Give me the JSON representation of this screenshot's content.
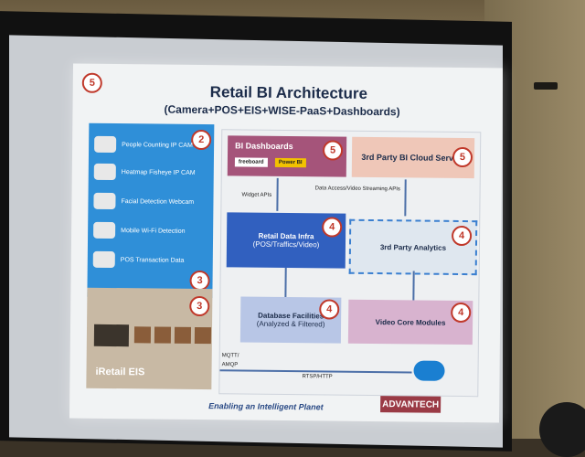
{
  "slide": {
    "title": "Retail BI Architecture",
    "subtitle": "(Camera+POS+EIS+WISE-PaaS+Dashboards)",
    "corner_number": "5",
    "left_panel": {
      "badge": "2",
      "devices": [
        {
          "label": "People Counting IP CAM",
          "icon": "dome-camera-icon"
        },
        {
          "label": "Heatmap Fisheye IP CAM",
          "icon": "fisheye-camera-icon"
        },
        {
          "label": "Facial Detection Webcam",
          "icon": "webcam-icon"
        },
        {
          "label": "Mobile Wi-Fi Detection",
          "icon": "router-icon"
        },
        {
          "label": "POS Transaction Data",
          "icon": "pos-terminal-icon"
        }
      ],
      "badge_bottom": "3"
    },
    "eis": {
      "label": "iRetail EIS",
      "badge": "3"
    },
    "boxes": {
      "bi_dashboards": {
        "label": "BI Dashboards",
        "badge": "5",
        "chips": [
          "freeboard",
          "Power BI"
        ]
      },
      "third_party_cloud": {
        "label": "3rd Party BI Cloud Service",
        "badge": "5"
      },
      "retail_data_infra": {
        "title": "Retail Data Infra",
        "sub": "(POS/Traffics/Video)",
        "badge": "4"
      },
      "third_party_analytics": {
        "label": "3rd Party Analytics",
        "badge": "4"
      },
      "database_facilities": {
        "title": "Database Facilities",
        "sub": "(Analyzed & Filtered)",
        "badge": "4"
      },
      "video_core": {
        "label": "Video Core Modules",
        "badge": "4"
      }
    },
    "connector_labels": {
      "widget_apis": "Widget APIs",
      "data_access": "Data Access/Video Streaming APIs",
      "mqtt": "MQTT/",
      "amqp": "AMQP",
      "rtsp": "RTSP/HTTP"
    },
    "footer": "Enabling an Intelligent Planet",
    "logo": "ADVANTECH"
  },
  "colors": {
    "slide_bg": "#f1f3f4",
    "left_panel": "#2f8fd8",
    "bi_dashboards": "#a5547a",
    "third_cloud": "#efc7b8",
    "retail_data": "#3160bf",
    "database": "#b8c6e6",
    "video_core": "#d8b3cf",
    "badge_border": "#c0392b"
  }
}
